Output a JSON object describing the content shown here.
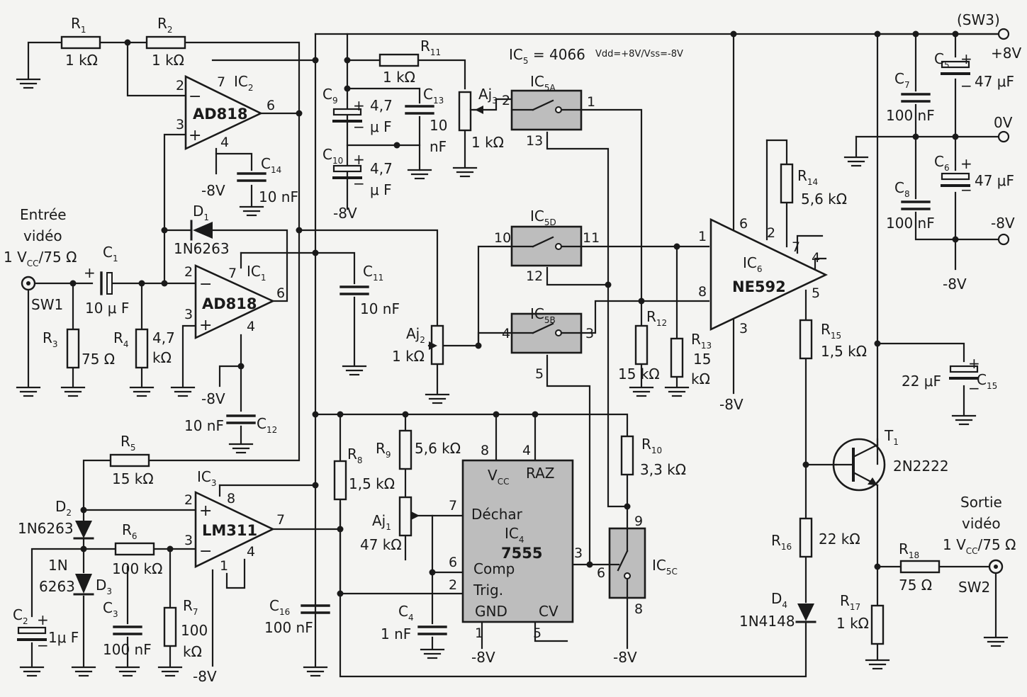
{
  "resistors": {
    "r1": {
      "name": "R",
      "sub": "1",
      "value": "1 kΩ"
    },
    "r2": {
      "name": "R",
      "sub": "2",
      "value": "1 kΩ"
    },
    "r3": {
      "name": "R",
      "sub": "3",
      "value": "75 Ω"
    },
    "r4": {
      "name": "R",
      "sub": "4",
      "value_a": "4,7",
      "value_b": "kΩ"
    },
    "r5": {
      "name": "R",
      "sub": "5",
      "value": "15 kΩ"
    },
    "r6": {
      "name": "R",
      "sub": "6",
      "value": "100 kΩ"
    },
    "r7": {
      "name": "R",
      "sub": "7",
      "value_a": "100",
      "value_b": "kΩ"
    },
    "r8": {
      "name": "R",
      "sub": "8",
      "value": "1,5 kΩ"
    },
    "r9": {
      "name": "R",
      "sub": "9",
      "value": "5,6 kΩ"
    },
    "r10": {
      "name": "R",
      "sub": "10",
      "value": "3,3 kΩ"
    },
    "r11": {
      "name": "R",
      "sub": "11",
      "value": "1 kΩ"
    },
    "r12": {
      "name": "R",
      "sub": "12",
      "value": "15 kΩ"
    },
    "r13": {
      "name": "R",
      "sub": "13",
      "value_a": "15",
      "value_b": "kΩ"
    },
    "r14": {
      "name": "R",
      "sub": "14",
      "value": "5,6 kΩ"
    },
    "r15": {
      "name": "R",
      "sub": "15",
      "value": "1,5 kΩ"
    },
    "r16": {
      "name": "R",
      "sub": "16",
      "value": "22 kΩ"
    },
    "r17": {
      "name": "R",
      "sub": "17",
      "value": "1 kΩ"
    },
    "r18": {
      "name": "R",
      "sub": "18",
      "value": "75 Ω"
    }
  },
  "capacitors": {
    "c1": {
      "name": "C",
      "sub": "1",
      "value": "10 μ F"
    },
    "c2": {
      "name": "C",
      "sub": "2",
      "value": "1μ F"
    },
    "c3": {
      "name": "C",
      "sub": "3",
      "value": "100 nF"
    },
    "c4": {
      "name": "C",
      "sub": "4",
      "value": "1 nF"
    },
    "c5": {
      "name": "C",
      "sub": "5",
      "value": "47 μF"
    },
    "c6": {
      "name": "C",
      "sub": "6",
      "value": "47 μF"
    },
    "c7": {
      "name": "C",
      "sub": "7",
      "value": "100  nF"
    },
    "c8": {
      "name": "C",
      "sub": "8",
      "value": "100  nF"
    },
    "c9": {
      "name": "C",
      "sub": "9",
      "value_a": "4,7",
      "value_b": "μ F"
    },
    "c10": {
      "name": "C",
      "sub": "10",
      "value_a": "4,7",
      "value_b": "μ F"
    },
    "c11": {
      "name": "C",
      "sub": "11",
      "value": "10 nF"
    },
    "c12": {
      "name": "C",
      "sub": "12",
      "value": "10 nF"
    },
    "c13": {
      "name": "C",
      "sub": "13",
      "value_a": "10",
      "value_b": "nF"
    },
    "c14": {
      "name": "C",
      "sub": "14",
      "value": "10 nF"
    },
    "c15": {
      "name": "C",
      "sub": "15",
      "value": "22 μF"
    },
    "c16": {
      "name": "C",
      "sub": "16",
      "value": "100 nF"
    }
  },
  "pots": {
    "aj1": {
      "name": "Aj",
      "sub": "1",
      "value": "47 kΩ"
    },
    "aj2": {
      "name": "Aj",
      "sub": "2",
      "value": "1 kΩ"
    },
    "aj3": {
      "name": "Aj",
      "sub": "3",
      "value": "1 kΩ"
    }
  },
  "diodes": {
    "d1": {
      "name": "D",
      "sub": "1",
      "type": "1N6263"
    },
    "d2": {
      "name": "D",
      "sub": "2",
      "type": "1N6263"
    },
    "d3": {
      "name": "D",
      "sub": "3",
      "type_a": "1N",
      "type_b": "6263"
    },
    "d4": {
      "name": "D",
      "sub": "4",
      "type": "1N4148"
    }
  },
  "ics": {
    "ic1": {
      "name": "IC",
      "sub": "1",
      "type": "AD818"
    },
    "ic2": {
      "name": "IC",
      "sub": "2",
      "type": "AD818"
    },
    "ic3": {
      "name": "IC",
      "sub": "3",
      "type": "LM311"
    },
    "ic4": {
      "vcc": "V",
      "vcc_sub": "CC",
      "raz": "RAZ",
      "dechar": "Déchar",
      "name": "IC",
      "sub": "4",
      "type": "7555",
      "comp": "Comp",
      "trig": "Trig.",
      "gnd": "GND",
      "cv": "CV"
    },
    "ic5": {
      "header_a": "IC",
      "header_sub": "5",
      "header_b": " = 4066",
      "supply": "Vdd=+8V/Vss=-8V"
    },
    "ic5a": {
      "name": "IC",
      "sub": "5A"
    },
    "ic5b": {
      "name": "IC",
      "sub": "5B"
    },
    "ic5c": {
      "name": "IC",
      "sub": "5C"
    },
    "ic5d": {
      "name": "IC",
      "sub": "5D"
    },
    "ic6": {
      "name": "IC",
      "sub": "6",
      "type": "NE592"
    }
  },
  "transistor": {
    "name": "T",
    "sub": "1",
    "type": "2N2222"
  },
  "io": {
    "input_title_1": "Entrée",
    "input_title_2": "vidéo",
    "input_spec_a": "1 V",
    "input_spec_sub": "CC",
    "input_spec_b": "/75 Ω",
    "input_connector": "SW1",
    "output_title_1": "Sortie",
    "output_title_2": "vidéo",
    "output_spec_a": "1 V",
    "output_spec_sub": "CC",
    "output_spec_b": "/75 Ω",
    "output_connector": "SW2",
    "power_connector": "(SW3)",
    "plus8": "+8V",
    "zero": "0V",
    "minus8": "-8V"
  },
  "rails": {
    "minus8": "-8V"
  },
  "pin_labels": {
    "ic2": [
      "2",
      "3",
      "7",
      "6",
      "4"
    ],
    "ic1": [
      "2",
      "3",
      "7",
      "6",
      "4"
    ],
    "ic3": [
      "2",
      "3",
      "8",
      "7",
      "4",
      "1"
    ],
    "ic4": [
      "8",
      "4",
      "7",
      "6",
      "2",
      "3",
      "1",
      "5"
    ],
    "ic5a": [
      "2",
      "1",
      "13"
    ],
    "ic5d": [
      "10",
      "11",
      "12"
    ],
    "ic5b": [
      "4",
      "3",
      "5"
    ],
    "ic5c": [
      "9",
      "6",
      "8"
    ],
    "ic6": [
      "6",
      "2",
      "7",
      "4",
      "1",
      "8",
      "5",
      "3"
    ]
  },
  "polarity": {
    "plus": "+",
    "minus": "−"
  }
}
